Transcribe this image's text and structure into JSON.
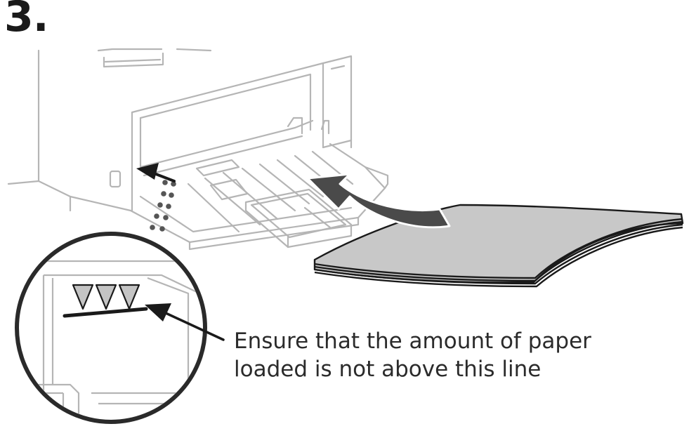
{
  "step": {
    "number": "3."
  },
  "caption": {
    "line1": "Ensure that the amount of paper",
    "line2": "loaded is not above this line"
  },
  "colors": {
    "ink": "#1a1a1a",
    "device_outline": "#b5b5b5",
    "paper_fill": "#c8c8c8",
    "arrow_fill": "#4a4a4a"
  },
  "icons": {
    "insert_arrow": "curved-arrow-icon",
    "limit_marks": "triangle-mark-icon",
    "pointer": "pointer-arrow-icon"
  }
}
